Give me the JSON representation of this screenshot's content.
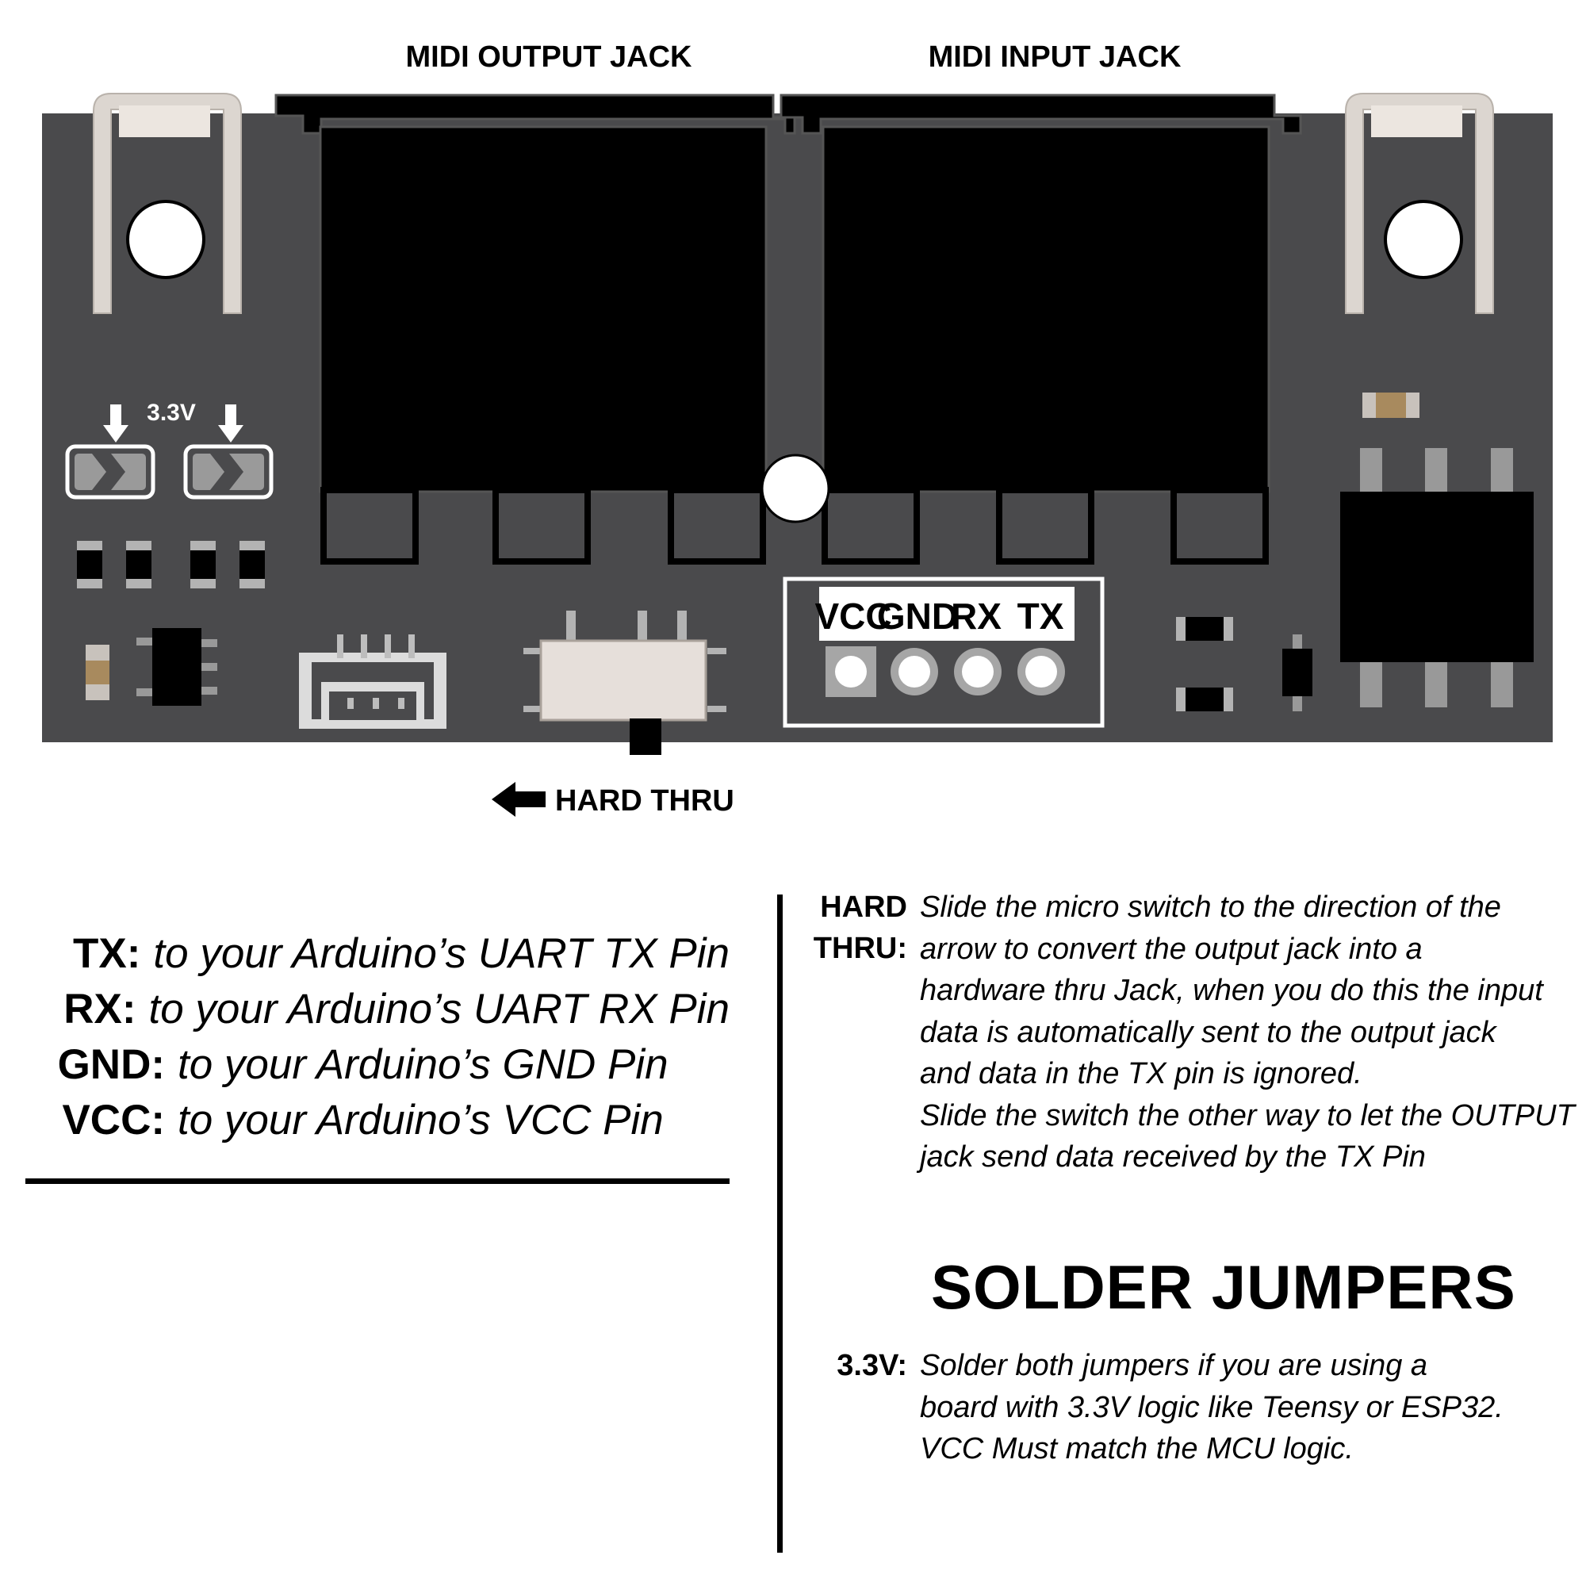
{
  "labels": {
    "output_jack": "MIDI OUTPUT JACK",
    "input_jack": "MIDI INPUT JACK",
    "jumper": "3.3V",
    "hard_thru": "HARD THRU"
  },
  "header_pins": [
    "VCC",
    "GND",
    "RX",
    "TX"
  ],
  "pin_list": [
    {
      "key": "TX:",
      "desc": "to your Arduino’s UART TX Pin"
    },
    {
      "key": "RX:",
      "desc": "to your Arduino’s UART RX Pin"
    },
    {
      "key": "GND:",
      "desc": "to your Arduino’s GND Pin"
    },
    {
      "key": "VCC:",
      "desc": "to your Arduino’s VCC Pin"
    }
  ],
  "hard_thru_note": {
    "key_line1": "HARD",
    "key_line2": "THRU:",
    "lines": [
      "Slide the micro switch to the direction of the",
      "arrow to convert the output jack into a",
      "hardware thru Jack, when you do this the input",
      "data is automatically sent to the output jack",
      "and data in the TX pin is ignored.",
      "Slide the switch the other way to let the OUTPUT",
      "jack send data received by the TX Pin"
    ]
  },
  "solder_title": "SOLDER JUMPERS",
  "solder_note": {
    "key": "3.3V:",
    "lines": [
      "Solder both jumpers if you are using a",
      "board  with 3.3V logic like Teensy or ESP32.",
      "VCC Must match the MCU logic."
    ]
  },
  "colors": {
    "pcb": "#4a4a4c",
    "jack_body": "#000000",
    "pad_outline": "#ffffff",
    "bracket": "#dcd6d0"
  }
}
